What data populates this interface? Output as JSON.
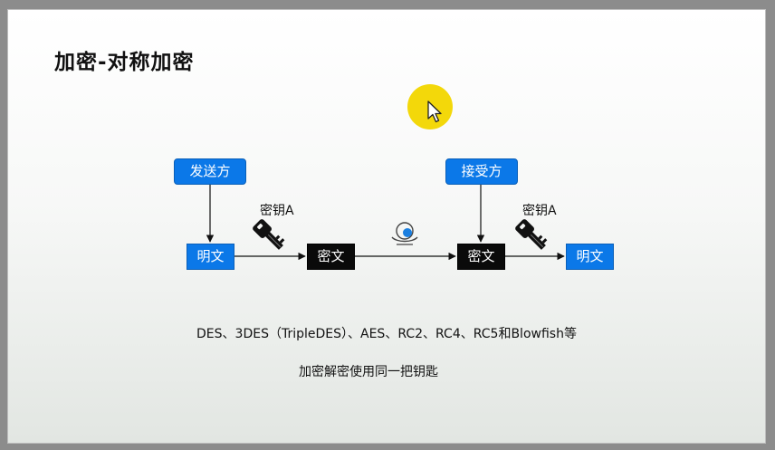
{
  "slide": {
    "title": "加密-对称加密",
    "diagram": {
      "sender": "发送方",
      "receiver": "接受方",
      "plaintext_left": "明文",
      "ciphertext_left": "密文",
      "ciphertext_right": "密文",
      "plaintext_right": "明文",
      "key_left": "密钥A",
      "key_right": "密钥A"
    },
    "algorithms": "DES、3DES（TripleDES）、AES、RC2、RC4、RC5和Blowfish等",
    "note": "加密解密使用同一把钥匙"
  },
  "colors": {
    "box_blue": "#0b78e8",
    "box_black": "#0a0a0a",
    "cursor_highlight": "#f3d80a"
  },
  "icons": [
    "key-icon",
    "globe-network-icon",
    "mouse-cursor-icon"
  ]
}
